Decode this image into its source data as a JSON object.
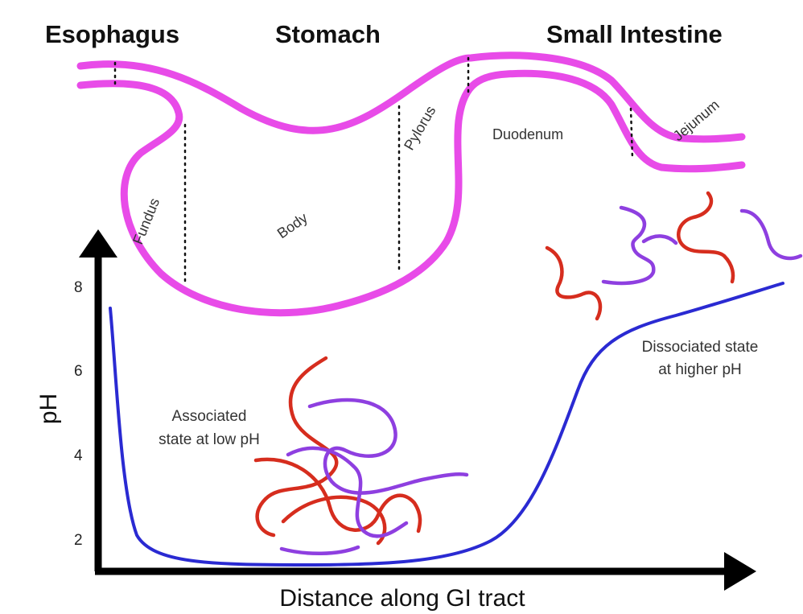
{
  "headings": {
    "esophagus": "Esophagus",
    "stomach": "Stomach",
    "small_intestine": "Small Intestine"
  },
  "regions": {
    "fundus": "Fundus",
    "body": "Body",
    "pylorus": "Pylorus",
    "duodenum": "Duodenum",
    "jejunum": "Jejunum"
  },
  "axes": {
    "y_label": "pH",
    "x_label": "Distance along GI tract",
    "y_ticks": [
      "8",
      "6",
      "4",
      "2"
    ]
  },
  "annotations": {
    "associated_line1": "Associated",
    "associated_line2": "state at low pH",
    "dissociated_line1": "Dissociated state",
    "dissociated_line2": "at higher pH"
  },
  "colors": {
    "tract": "#e84be8",
    "ph_curve": "#2a2ad2",
    "polymer_red": "#d62d1e",
    "polymer_purple": "#8e3fe0",
    "axes": "#000000"
  }
}
